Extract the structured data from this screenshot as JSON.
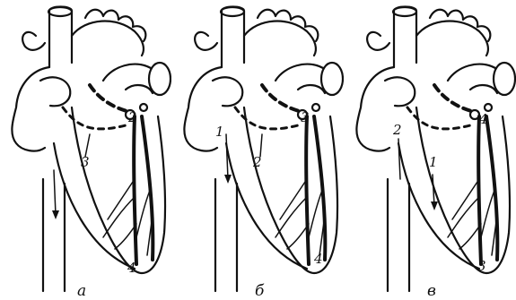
{
  "figure": {
    "panels": [
      {
        "caption": "а",
        "labels": {
          "l2": "2",
          "l3": "3",
          "l4": "4"
        }
      },
      {
        "caption": "б",
        "labels": {
          "l1": "1",
          "l2": "2",
          "l3": "3",
          "l4": "4"
        }
      },
      {
        "caption": "в",
        "labels": {
          "l1": "1",
          "l2": "2",
          "l3": "3",
          "l4": "4"
        }
      }
    ]
  }
}
